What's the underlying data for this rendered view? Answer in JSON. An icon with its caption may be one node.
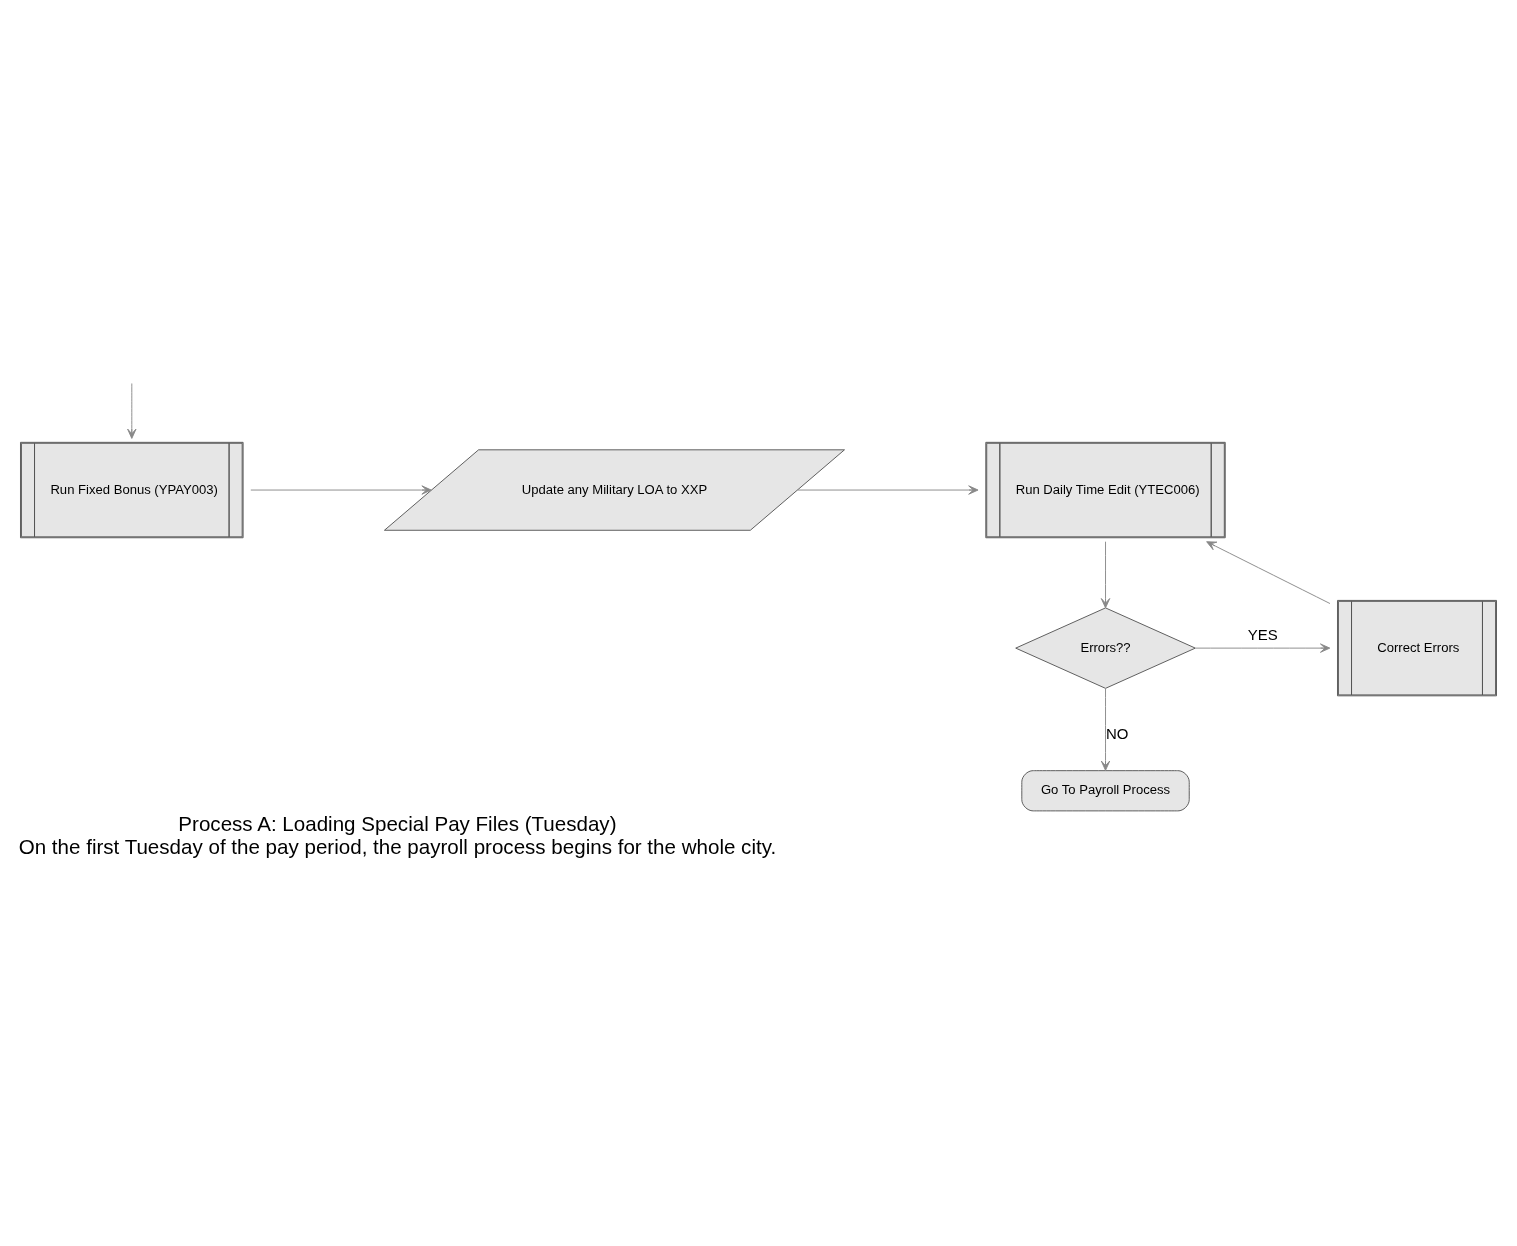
{
  "diagram": {
    "title": "Process A: Loading Special Pay Files (Tuesday)",
    "caption": "On the first Tuesday of the pay period, the payroll process begins for the whole city.",
    "nodes": [
      {
        "text": [
          "Run Fixed Bonus (YPAY003)"
        ]
      },
      {
        "text": [
          "Update any Military LOA to XXP"
        ]
      },
      {
        "text": [
          "Run Daily Time Edit (YTEC006)"
        ]
      },
      {
        "text": [
          "Errors??"
        ]
      },
      {
        "text": [
          "Correct Errors"
        ]
      },
      {
        "text": [
          "Go To Payroll Process"
        ]
      }
    ],
    "edges": [
      {
        "from": null,
        "to": 0,
        "arrow": "to"
      },
      {
        "from": 0,
        "to": 1,
        "arrow": "to"
      },
      {
        "from": 1,
        "to": 2,
        "arrow": "to"
      },
      {
        "from": 2,
        "to": 3,
        "arrow": "to"
      },
      {
        "from": 3,
        "to": 4,
        "arrow": "to",
        "label": "YES"
      },
      {
        "from": 4,
        "to": 2,
        "arrow": "to"
      },
      {
        "from": 3,
        "to": 5,
        "arrow": "to",
        "label": "NO"
      }
    ]
  }
}
